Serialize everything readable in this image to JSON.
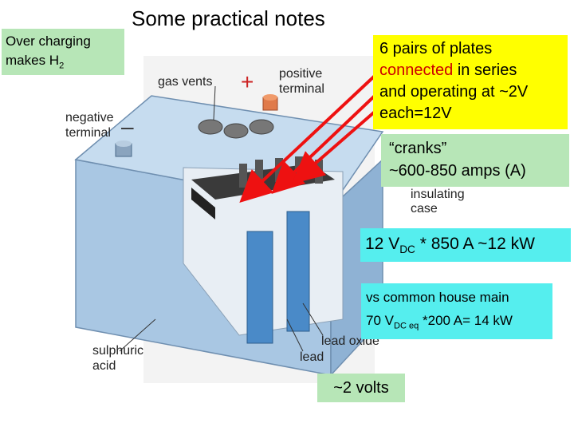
{
  "title": "Some practical notes",
  "notes": {
    "overcharge": {
      "line1": "Over charging",
      "line2_prefix": "makes H",
      "line2_sub": "2"
    },
    "plates": {
      "line1": "6 pairs of plates",
      "line2_red": "connected",
      "line2_rest": " in series",
      "line3": "and operating at ~2V",
      "line4": "each=12V"
    },
    "cranks": {
      "line1": "“cranks”",
      "line2": "~600-850 amps (A)"
    },
    "power": {
      "prefix": "12 V",
      "sub": "DC",
      "suffix": " * 850 A ~12 kW"
    },
    "house": {
      "line1": "vs common house main",
      "prefix": "70 V",
      "sub": "DC eq",
      "suffix": " *200 A= 14 kW"
    },
    "cell": {
      "text": "~2 volts"
    }
  },
  "diagram_labels": {
    "gas_vents": "gas vents",
    "plus": "+",
    "positive_terminal_1": "positive",
    "positive_terminal_2": "terminal",
    "negative_terminal_1": "negative",
    "negative_terminal_2": "terminal",
    "minus": "–",
    "insulating_1": "insulating",
    "insulating_2": "case",
    "lead_oxide": "lead oxide",
    "lead": "lead",
    "acid_1": "sulphuric",
    "acid_2": "acid"
  },
  "colors": {
    "yellow_box": "#ffff00",
    "green_box": "#b7e6b7",
    "cyan_box": "#55eeee",
    "arrow": "#ee1111",
    "case": "#a9c7e3"
  }
}
